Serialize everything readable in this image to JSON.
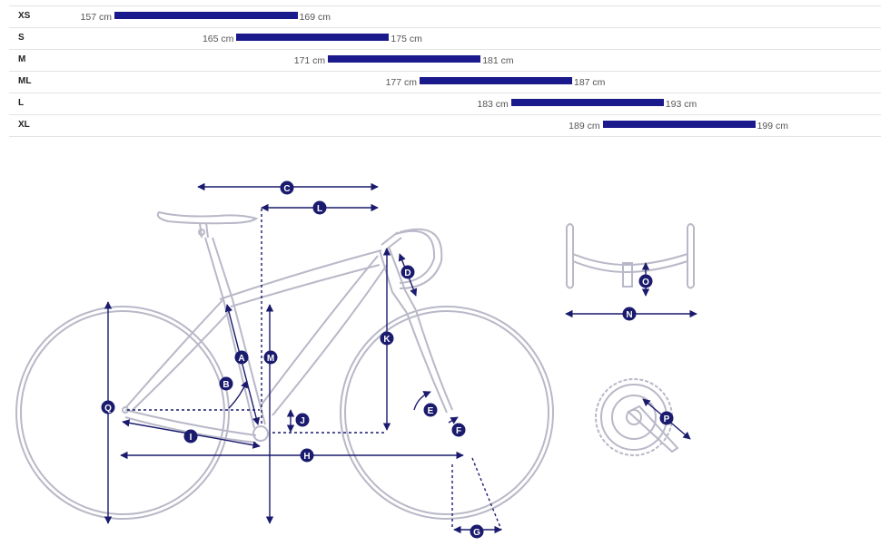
{
  "size_ranges": [
    {
      "size": "XS",
      "min": "157 cm",
      "max": "169 cm",
      "min_cm": 157,
      "max_cm": 169
    },
    {
      "size": "S",
      "min": "165 cm",
      "max": "175 cm",
      "min_cm": 165,
      "max_cm": 175
    },
    {
      "size": "M",
      "min": "171 cm",
      "max": "181 cm",
      "min_cm": 171,
      "max_cm": 181
    },
    {
      "size": "ML",
      "min": "177 cm",
      "max": "187 cm",
      "min_cm": 177,
      "max_cm": 187
    },
    {
      "size": "L",
      "min": "183 cm",
      "max": "193 cm",
      "min_cm": 183,
      "max_cm": 193
    },
    {
      "size": "XL",
      "min": "189 cm",
      "max": "199 cm",
      "min_cm": 189,
      "max_cm": 199
    }
  ],
  "geometry_labels": {
    "A": "A",
    "B": "B",
    "C": "C",
    "D": "D",
    "E": "E",
    "F": "F",
    "G": "G",
    "H": "H",
    "I": "I",
    "J": "J",
    "K": "K",
    "L": "L",
    "M": "M",
    "N": "N",
    "O": "O",
    "P": "P",
    "Q": "Q"
  },
  "colors": {
    "bar": "#1a1a8c",
    "dimension": "#1a1a6e",
    "outline": "#b8b8c8"
  }
}
